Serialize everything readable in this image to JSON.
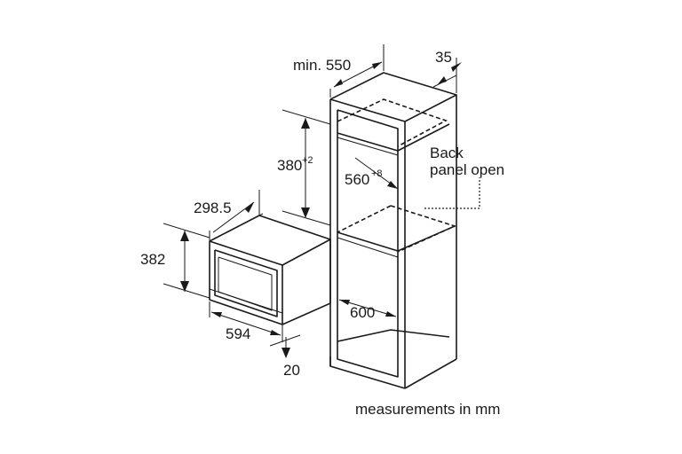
{
  "cabinet": {
    "width_label": "min. 550",
    "depth_label": "35",
    "height_label": "380",
    "height_tolerance": "+2",
    "niche_depth_label": "560",
    "niche_depth_tolerance": "+8",
    "inner_width_label": "600",
    "back_panel_label_1": "Back",
    "back_panel_label_2": "panel open"
  },
  "appliance": {
    "depth_label": "298.5",
    "height_label": "382",
    "width_label": "594",
    "front_label": "20"
  },
  "footer": {
    "note": "measurements in mm"
  }
}
